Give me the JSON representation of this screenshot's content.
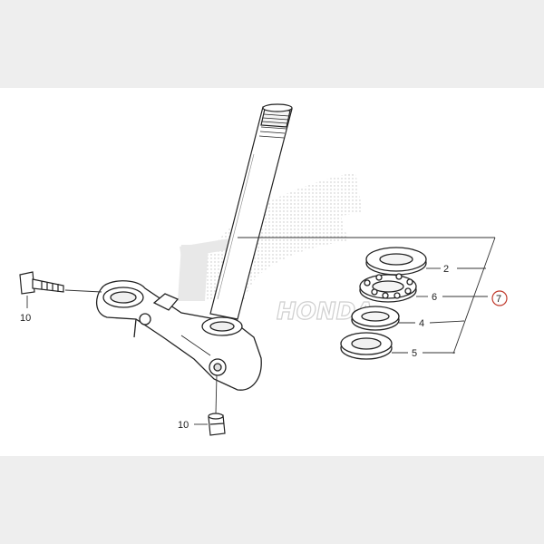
{
  "diagram": {
    "watermark_logo": "HONDA",
    "callouts": [
      {
        "id": "c2",
        "text": "2"
      },
      {
        "id": "c6",
        "text": "6"
      },
      {
        "id": "c7",
        "text": "7",
        "highlighted": true,
        "highlight_color": "#c0392b"
      },
      {
        "id": "c4",
        "text": "4"
      },
      {
        "id": "c5",
        "text": "5"
      },
      {
        "id": "c10a",
        "text": "10"
      },
      {
        "id": "c10b",
        "text": "10"
      }
    ]
  }
}
